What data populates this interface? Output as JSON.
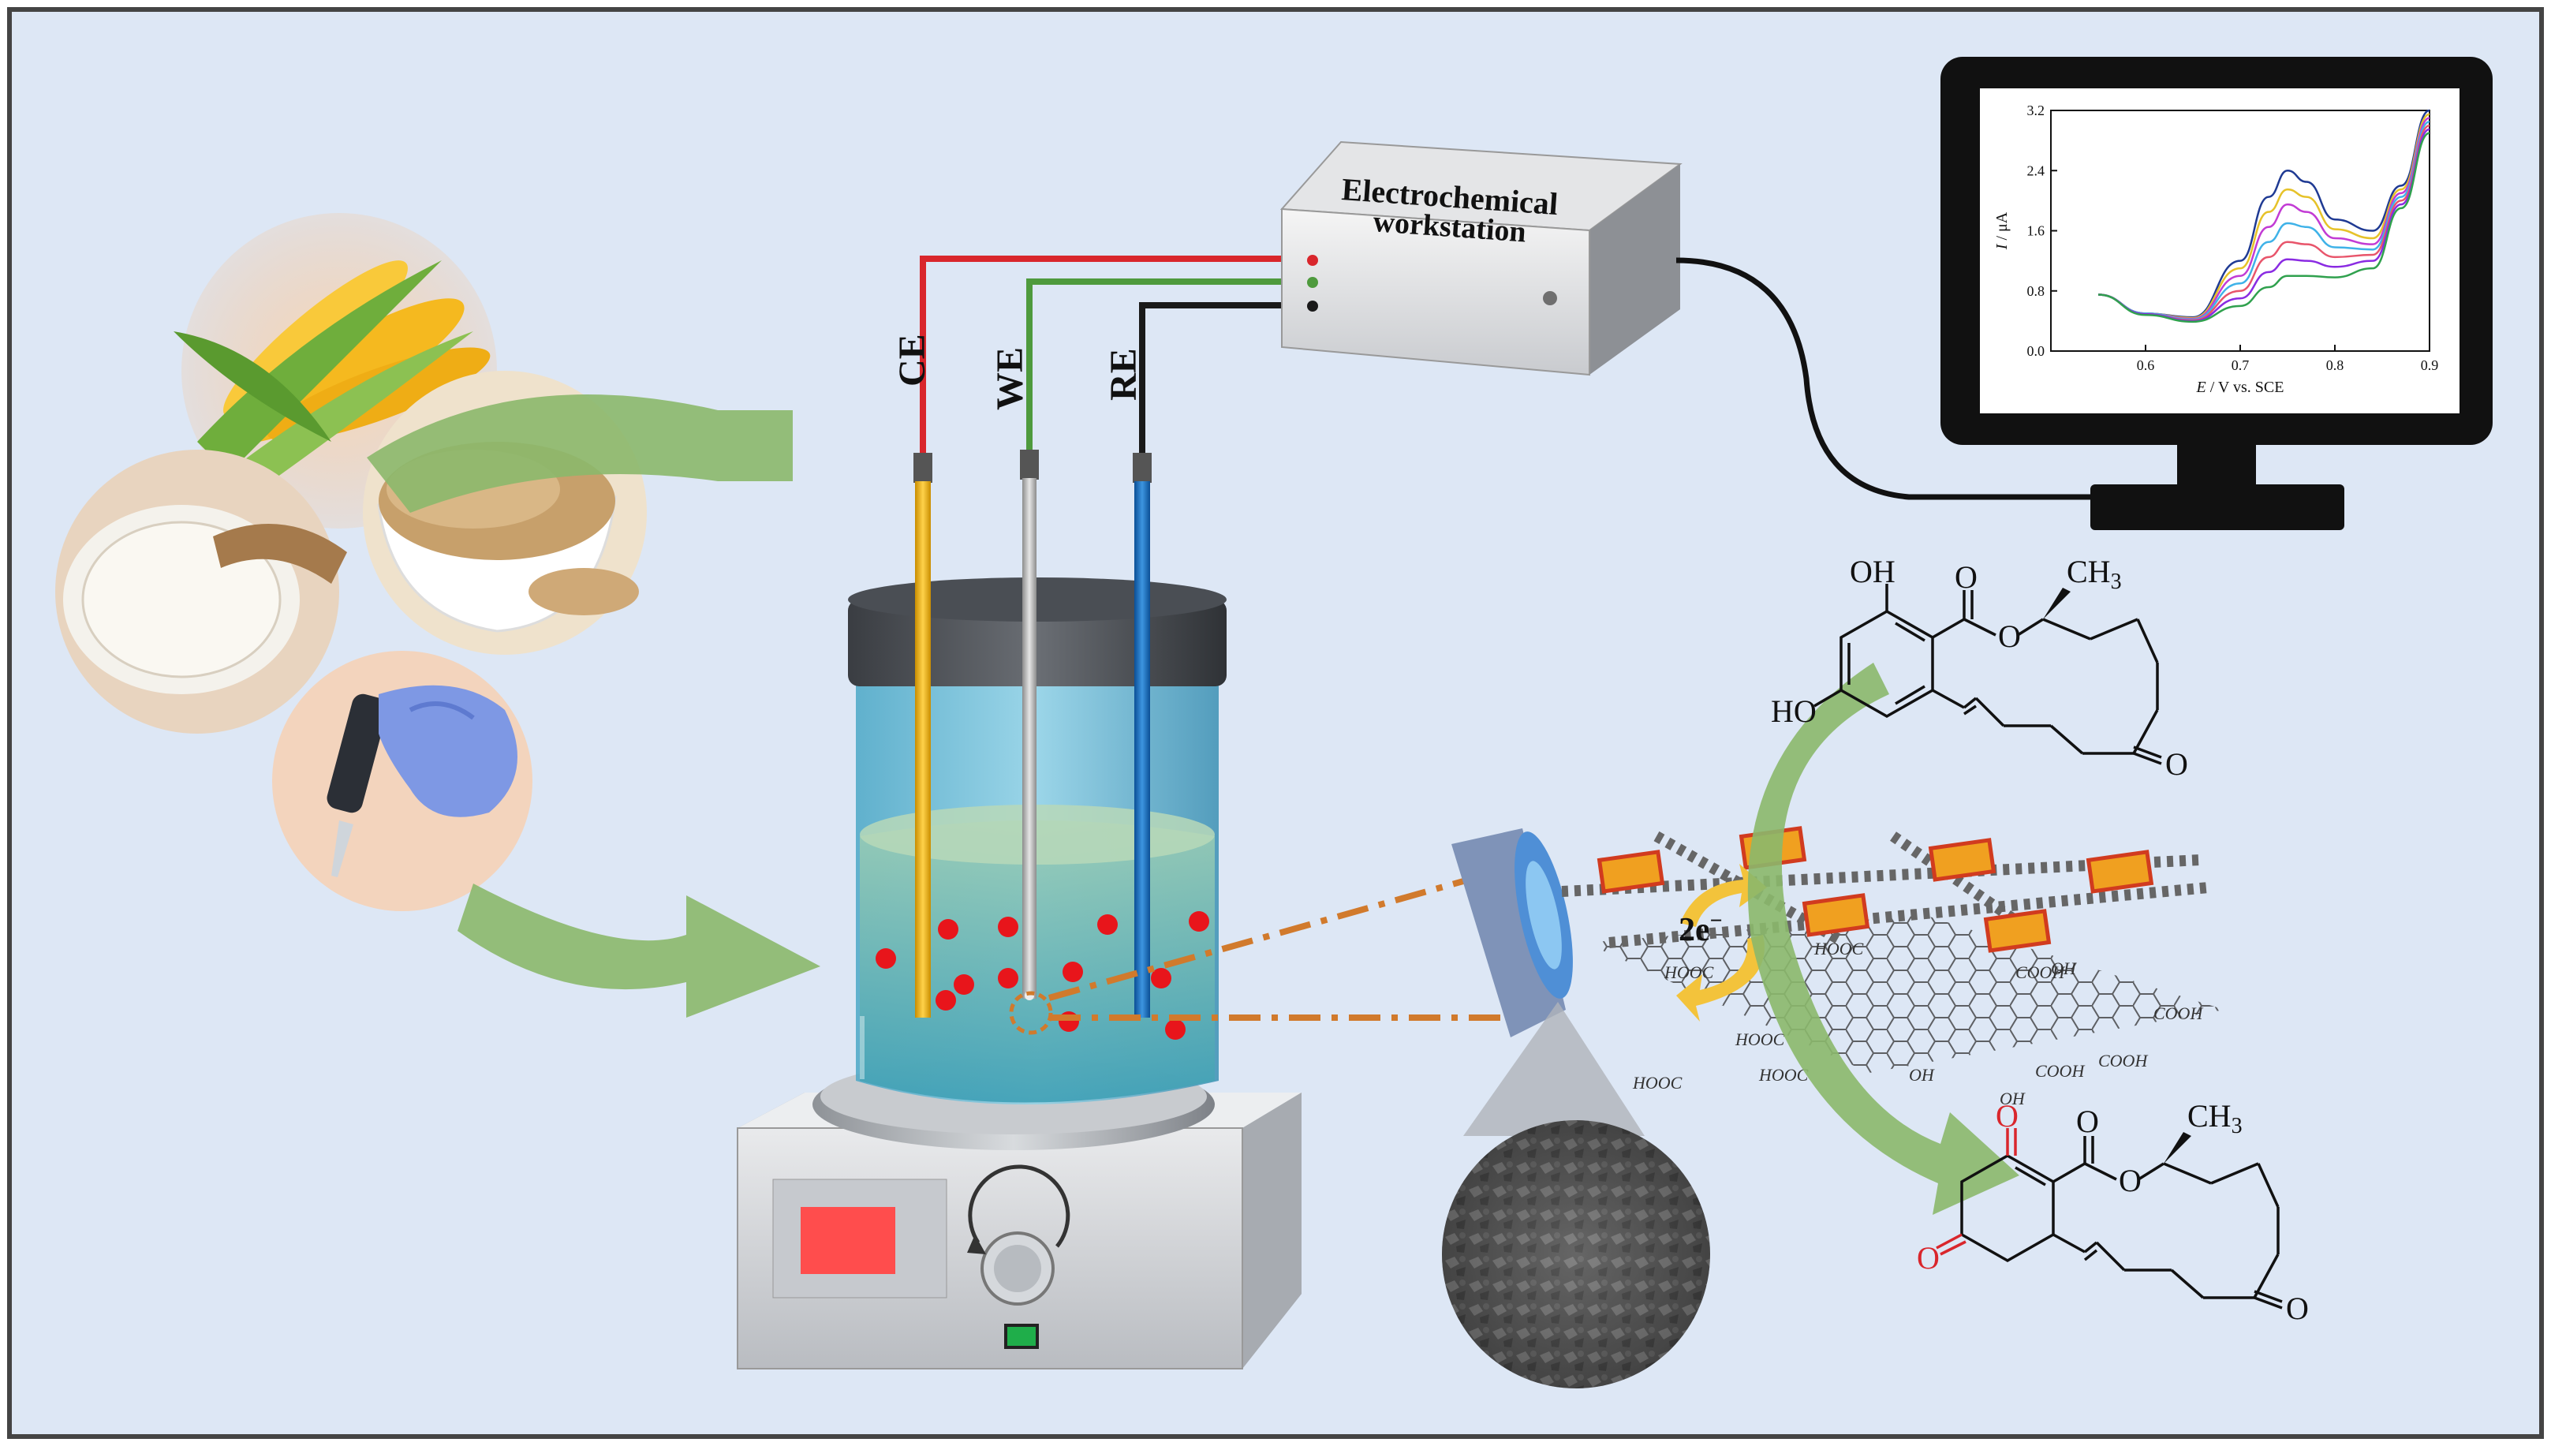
{
  "workstation": {
    "line1": "Electrochemical",
    "line2": "workstation"
  },
  "electrodes": [
    {
      "label": "CE",
      "color": "#d9262c"
    },
    {
      "label": "WE",
      "color": "#4e9a3d"
    },
    {
      "label": "RE",
      "color": "#1a1a1a"
    }
  ],
  "monitor": {
    "chart_data": {
      "type": "line",
      "xlabel_italic": "E",
      "xlabel_rest": " / V vs. SCE",
      "ylabel_italic": "I",
      "ylabel_rest": " / μA",
      "xlim": [
        0.5,
        0.9
      ],
      "ylim": [
        0.0,
        3.2
      ],
      "xticks": [
        "0.6",
        "0.7",
        "0.8",
        "0.9"
      ],
      "yticks": [
        "0.0",
        "0.8",
        "1.6",
        "2.4",
        "3.2"
      ],
      "grid": false,
      "x": [
        0.55,
        0.6,
        0.65,
        0.7,
        0.73,
        0.75,
        0.77,
        0.8,
        0.84,
        0.87,
        0.9
      ],
      "series": [
        {
          "color": "#1f3a93",
          "values": [
            0.75,
            0.5,
            0.45,
            1.2,
            2.05,
            2.4,
            2.25,
            1.75,
            1.6,
            2.2,
            3.2
          ]
        },
        {
          "color": "#e6c229",
          "values": [
            0.75,
            0.5,
            0.44,
            1.1,
            1.85,
            2.15,
            2.05,
            1.62,
            1.5,
            2.15,
            3.15
          ]
        },
        {
          "color": "#c23bd4",
          "values": [
            0.75,
            0.5,
            0.43,
            1.0,
            1.65,
            1.95,
            1.85,
            1.5,
            1.42,
            2.1,
            3.1
          ]
        },
        {
          "color": "#3fb2e8",
          "values": [
            0.75,
            0.5,
            0.42,
            0.9,
            1.45,
            1.7,
            1.65,
            1.38,
            1.35,
            2.05,
            3.05
          ]
        },
        {
          "color": "#e8556b",
          "values": [
            0.75,
            0.49,
            0.41,
            0.8,
            1.25,
            1.45,
            1.42,
            1.25,
            1.28,
            2.0,
            3.0
          ]
        },
        {
          "color": "#8a2be2",
          "values": [
            0.75,
            0.49,
            0.4,
            0.7,
            1.05,
            1.22,
            1.2,
            1.12,
            1.2,
            1.95,
            2.95
          ]
        },
        {
          "color": "#30a14e",
          "values": [
            0.75,
            0.48,
            0.39,
            0.6,
            0.85,
            1.0,
            1.0,
            0.98,
            1.1,
            1.9,
            2.9
          ]
        }
      ]
    }
  },
  "molecule_top": {
    "oh": "OH",
    "o_carbonyl": "O",
    "o_ester": "O",
    "ho": "HO",
    "ch3_main": "CH",
    "ch3_sub": "3",
    "o_ketone": "O"
  },
  "molecule_bottom": {
    "o_red1": "O",
    "o_red2": "O",
    "o_carbonyl": "O",
    "o_ester": "O",
    "ch3_main": "CH",
    "ch3_sub": "3",
    "o_ketone": "O"
  },
  "electron": {
    "main": "2e",
    "sup": "−"
  },
  "graphene_groups": [
    "HOOC",
    "HOOC",
    "COOH",
    "COOH",
    "OH",
    "COOH",
    "HOOC",
    "HOOC",
    "COOH",
    "OH",
    "HOOC",
    "OH"
  ],
  "colors": {
    "background": "#dde7f5",
    "arrow_green": "#8bb86c",
    "droplet": "#e8151b",
    "dash_orange": "#d17a2c"
  }
}
